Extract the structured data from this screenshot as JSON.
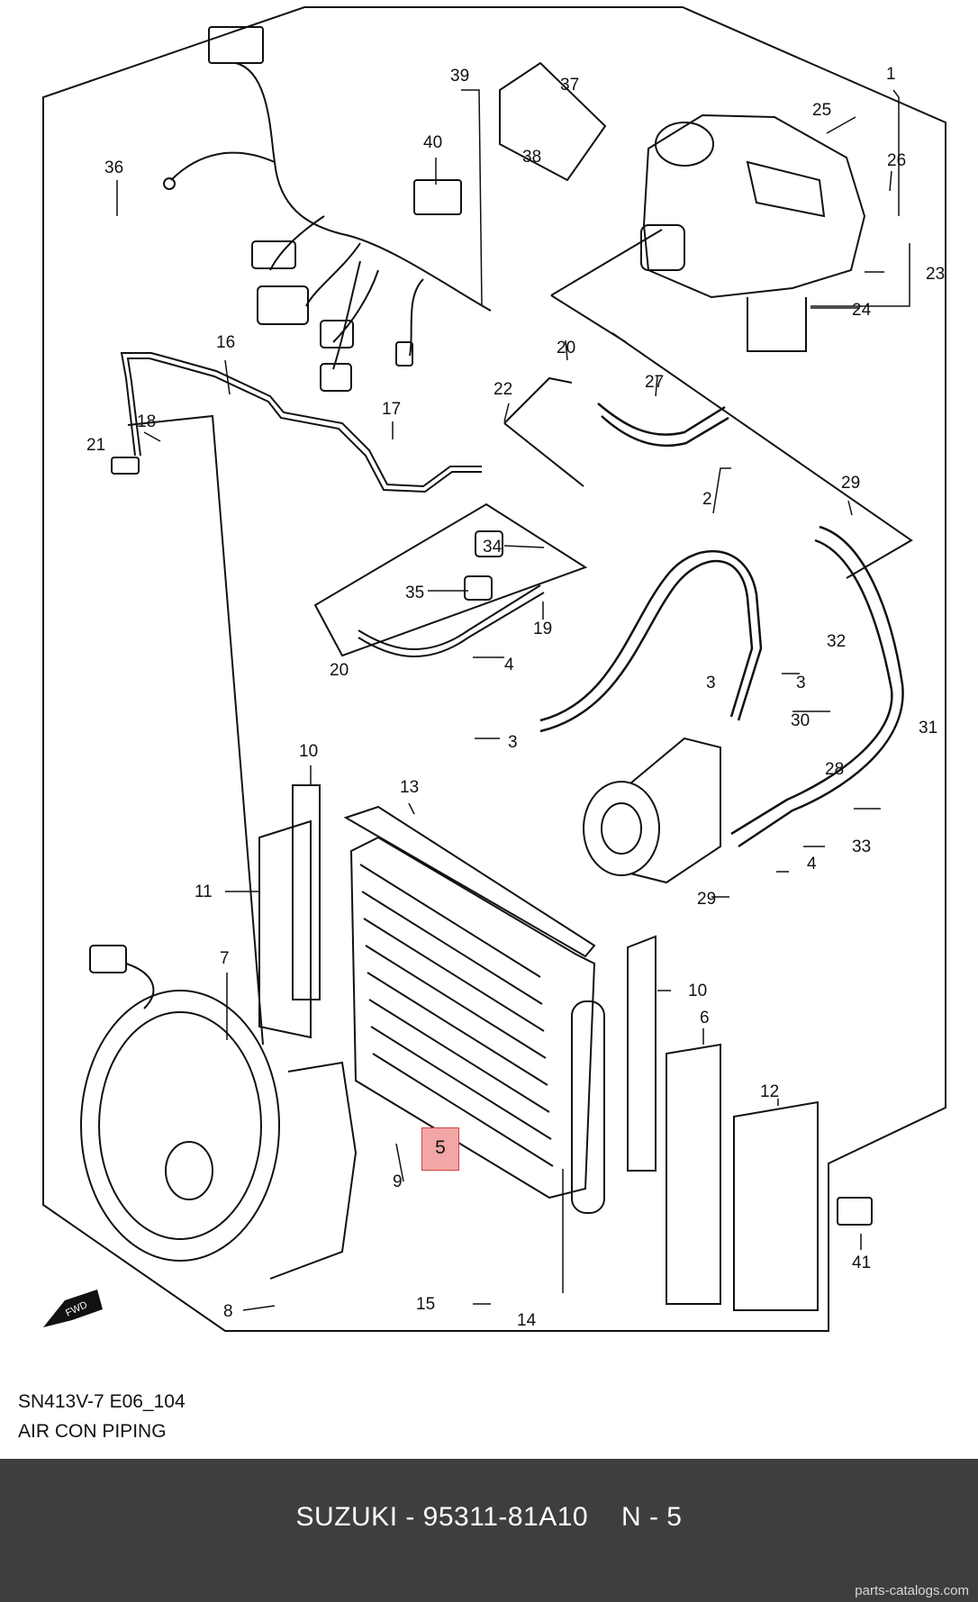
{
  "diagram": {
    "callouts": [
      {
        "id": "c1",
        "text": "1"
      },
      {
        "id": "c2",
        "text": "2"
      },
      {
        "id": "c3a",
        "text": "3"
      },
      {
        "id": "c3b",
        "text": "3"
      },
      {
        "id": "c3c",
        "text": "3"
      },
      {
        "id": "c4a",
        "text": "4"
      },
      {
        "id": "c4b",
        "text": "4"
      },
      {
        "id": "c5",
        "text": "5"
      },
      {
        "id": "c6",
        "text": "6"
      },
      {
        "id": "c7",
        "text": "7"
      },
      {
        "id": "c8",
        "text": "8"
      },
      {
        "id": "c9",
        "text": "9"
      },
      {
        "id": "c10a",
        "text": "10"
      },
      {
        "id": "c10b",
        "text": "10"
      },
      {
        "id": "c11",
        "text": "11"
      },
      {
        "id": "c12",
        "text": "12"
      },
      {
        "id": "c13",
        "text": "13"
      },
      {
        "id": "c14",
        "text": "14"
      },
      {
        "id": "c15",
        "text": "15"
      },
      {
        "id": "c16",
        "text": "16"
      },
      {
        "id": "c17",
        "text": "17"
      },
      {
        "id": "c18",
        "text": "18"
      },
      {
        "id": "c19",
        "text": "19"
      },
      {
        "id": "c20a",
        "text": "20"
      },
      {
        "id": "c20b",
        "text": "20"
      },
      {
        "id": "c21",
        "text": "21"
      },
      {
        "id": "c22",
        "text": "22"
      },
      {
        "id": "c23",
        "text": "23"
      },
      {
        "id": "c24",
        "text": "24"
      },
      {
        "id": "c25",
        "text": "25"
      },
      {
        "id": "c26",
        "text": "26"
      },
      {
        "id": "c27",
        "text": "27"
      },
      {
        "id": "c28",
        "text": "28"
      },
      {
        "id": "c29a",
        "text": "29"
      },
      {
        "id": "c29b",
        "text": "29"
      },
      {
        "id": "c30",
        "text": "30"
      },
      {
        "id": "c31",
        "text": "31"
      },
      {
        "id": "c32",
        "text": "32"
      },
      {
        "id": "c33",
        "text": "33"
      },
      {
        "id": "c34",
        "text": "34"
      },
      {
        "id": "c35",
        "text": "35"
      },
      {
        "id": "c36",
        "text": "36"
      },
      {
        "id": "c37",
        "text": "37"
      },
      {
        "id": "c38",
        "text": "38"
      },
      {
        "id": "c39",
        "text": "39"
      },
      {
        "id": "c40",
        "text": "40"
      },
      {
        "id": "c41",
        "text": "41"
      }
    ],
    "fwd_label": "FWD",
    "highlight_color": "#f3a6a6"
  },
  "caption": {
    "code": "SN413V-7 E06_104",
    "title": "AIR CON PIPING"
  },
  "footer": {
    "brand_part": "SUZUKI - 95311-81A10",
    "position": "N - 5",
    "site": "parts-catalogs.com",
    "bg_color": "#3e3e3e"
  }
}
